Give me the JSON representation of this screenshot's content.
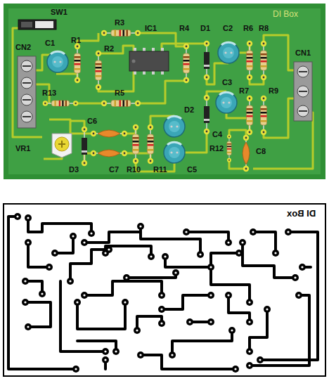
{
  "diagram": {
    "labels": [
      "SW1",
      "DI Box",
      "CN2",
      "C1",
      "R1",
      "R3",
      "R2",
      "IC1",
      "R4",
      "D1",
      "C2",
      "R6",
      "R8",
      "CN1",
      "C3",
      "R7",
      "R9",
      "R13",
      "R5",
      "C6",
      "D2",
      "VR1",
      "D3",
      "C7",
      "R10",
      "R11",
      "C5",
      "C4",
      "R12",
      "C8",
      "DI Box"
    ]
  }
}
